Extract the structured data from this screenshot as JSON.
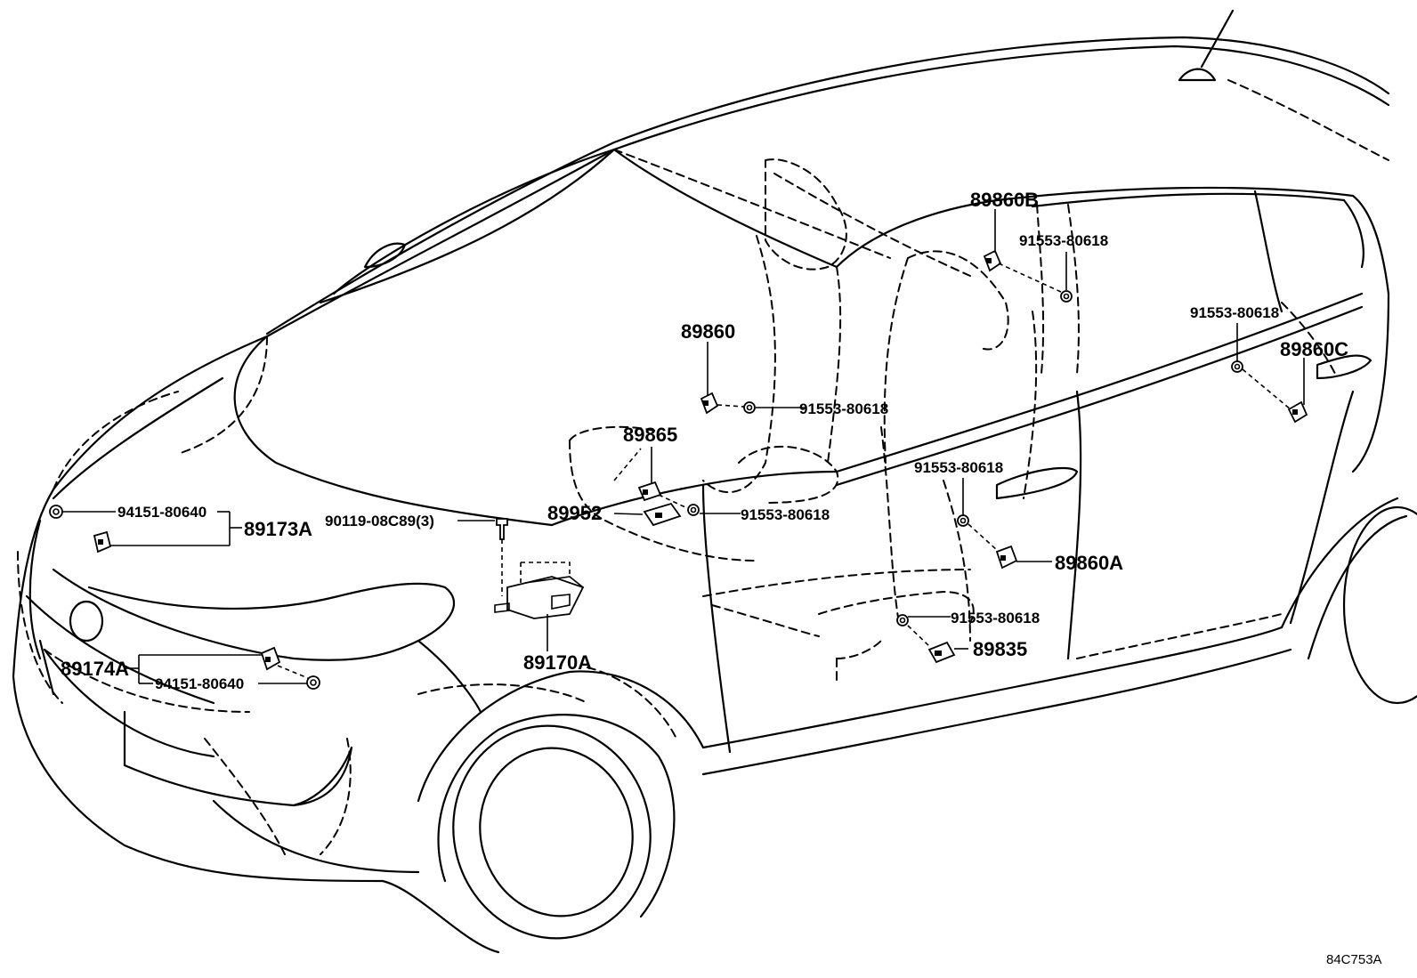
{
  "diagram_id": "84C753A",
  "callouts": {
    "p89860B": "89860B",
    "p91553_b": "91553-80618",
    "p89860": "89860",
    "p91553_c": "91553-80618",
    "p91553_rear": "91553-80618",
    "p89860C": "89860C",
    "p89865": "89865",
    "p91553_door": "91553-80618",
    "p94151_a": "94151-80640",
    "p89173A": "89173A",
    "p90119": "90119-08C89(3)",
    "p89952": "89952",
    "p91553_89952": "91553-80618",
    "p89860A": "89860A",
    "p91553_floor": "91553-80618",
    "p89835": "89835",
    "p89174A": "89174A",
    "p94151_b": "94151-80640",
    "p89170A": "89170A"
  }
}
